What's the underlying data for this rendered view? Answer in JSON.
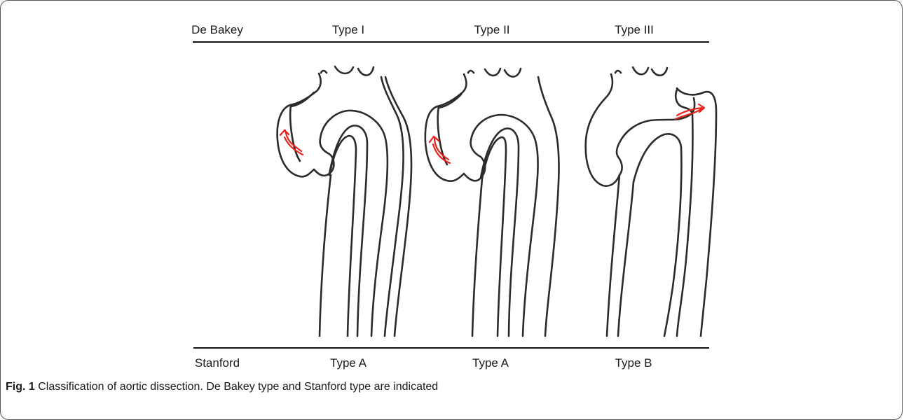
{
  "debakey_row": {
    "system": "De Bakey",
    "types": [
      "Type I",
      "Type II",
      "Type III"
    ]
  },
  "stanford_row": {
    "system": "Stanford",
    "types": [
      "Type A",
      "Type A",
      "Type B"
    ]
  },
  "caption": {
    "label": "Fig. 1",
    "text": " Classification of aortic dissection. De Bakey type and Stanford type are indicated"
  },
  "colors": {
    "outline": "#2b2b2b",
    "tear_arrow": "#e8221b"
  }
}
